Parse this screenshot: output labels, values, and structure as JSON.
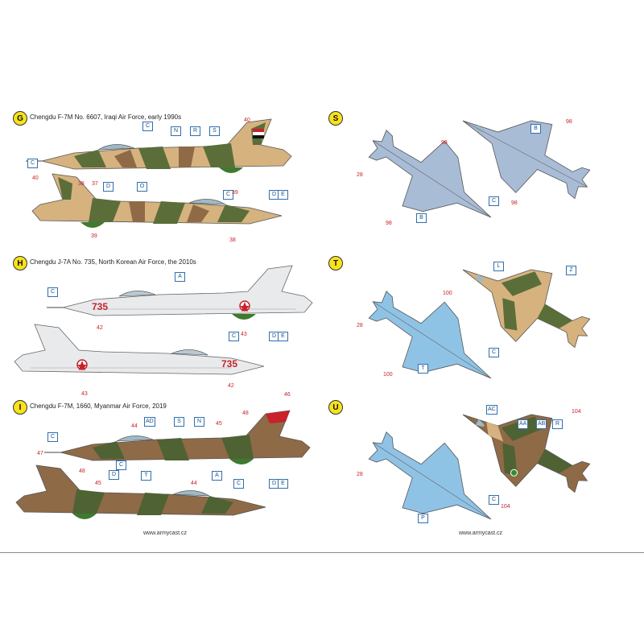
{
  "sections": {
    "g": {
      "letter": "G",
      "title": "Chengdu F-7M No. 6607, Iraqi Air Force, early 1990s"
    },
    "h": {
      "letter": "H",
      "title": "Chengdu J-7A No. 735, North Korean Air Force, the 2010s"
    },
    "i": {
      "letter": "I",
      "title": "Chengdu F-7M, 1660, Myanmar Air Force, 2019"
    },
    "s": {
      "letter": "S"
    },
    "t": {
      "letter": "T"
    },
    "u": {
      "letter": "U"
    }
  },
  "callouts": {
    "g_c1": "C",
    "g_n": "N",
    "g_r": "R",
    "g_s": "S",
    "g_c2": "C",
    "g_d1": "D",
    "g_o": "O",
    "g_c3": "C",
    "g_d2": "D",
    "g_e": "E",
    "h_c1": "C",
    "h_a": "A",
    "h_c2": "C",
    "h_d": "D",
    "h_e": "E",
    "i_ad": "AD",
    "i_s": "S",
    "i_n": "N",
    "i_c1": "C",
    "i_c2": "C",
    "i_t": "T",
    "i_d1": "D",
    "i_a": "A",
    "i_c3": "C",
    "i_d2": "D",
    "i_e": "E",
    "s_b1": "B",
    "s_c": "C",
    "s_b2": "B",
    "t_c": "C",
    "t_t": "T",
    "t_l": "L",
    "t_z": "Z",
    "u_c": "C",
    "u_p": "P",
    "u_ac": "AC",
    "u_aa": "AA",
    "u_ab": "AB",
    "u_r": "R"
  },
  "numbers": {
    "g_40a": "40",
    "g_37": "37",
    "g_38a": "38",
    "g_39a": "39",
    "g_40b": "40",
    "g_39b": "39",
    "g_38b": "38",
    "h_735a": "735",
    "h_42a": "42",
    "h_43a": "43",
    "h_735b": "735",
    "h_43b": "43",
    "h_42b": "42",
    "i_46": "46",
    "i_44a": "44",
    "i_48a": "48",
    "i_45a": "45",
    "i_47": "47",
    "i_48b": "48",
    "i_45b": "45",
    "i_44b": "44",
    "s_98a": "98",
    "s_28": "28",
    "s_98b": "98",
    "s_98c": "98",
    "s_98d": "98",
    "t_100a": "100",
    "t_28": "28",
    "t_100b": "100",
    "u_104a": "104",
    "u_28": "28",
    "u_104b": "104"
  },
  "websites": {
    "left": "www.armycast.cz",
    "right": "www.armycast.cz"
  },
  "colors": {
    "sand": "#d6b27f",
    "green": "#5b6e3a",
    "brown": "#8f6a47",
    "light_grey": "#e8eaec",
    "blue_grey": "#a9bcd6",
    "light_blue": "#8fc3e6",
    "red": "#c8222a",
    "callout_blue": "#2f6fb0",
    "letter_yellow": "#f7e21b"
  }
}
